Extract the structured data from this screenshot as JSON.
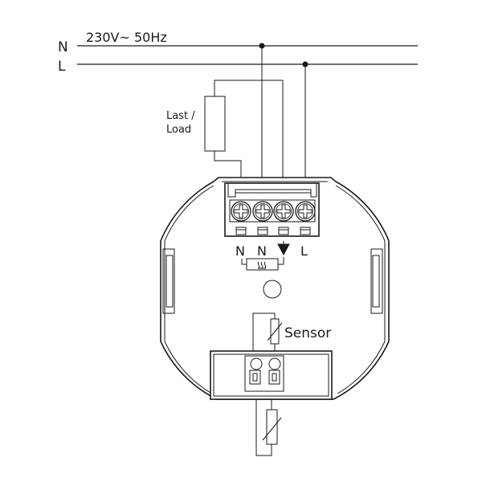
{
  "supply": {
    "n_label": "N",
    "l_label": "L",
    "voltage": "230V~ 50Hz"
  },
  "load": {
    "line1": "Last /",
    "line2": "Load"
  },
  "terminals": {
    "t1": "N",
    "t2": "N",
    "t4": "L"
  },
  "sensor": {
    "label": "Sensor"
  }
}
